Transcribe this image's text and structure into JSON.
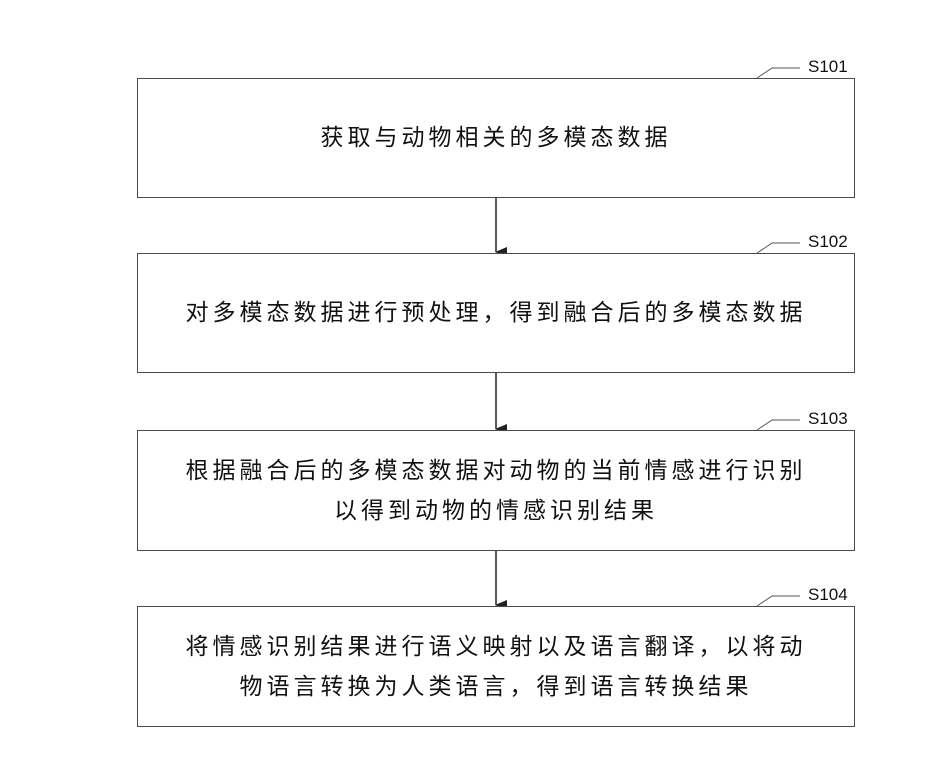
{
  "steps": [
    {
      "label": "S101",
      "lines": [
        "获取与动物相关的多模态数据"
      ]
    },
    {
      "label": "S102",
      "lines": [
        "对多模态数据进行预处理，得到融合后的多模态数据"
      ]
    },
    {
      "label": "S103",
      "lines": [
        "根据融合后的多模态数据对动物的当前情感进行识别",
        "以得到动物的情感识别结果"
      ]
    },
    {
      "label": "S104",
      "lines": [
        "将情感识别结果进行语义映射以及语言翻译，以将动",
        "物语言转换为人类语言，得到语言转换结果"
      ]
    }
  ]
}
